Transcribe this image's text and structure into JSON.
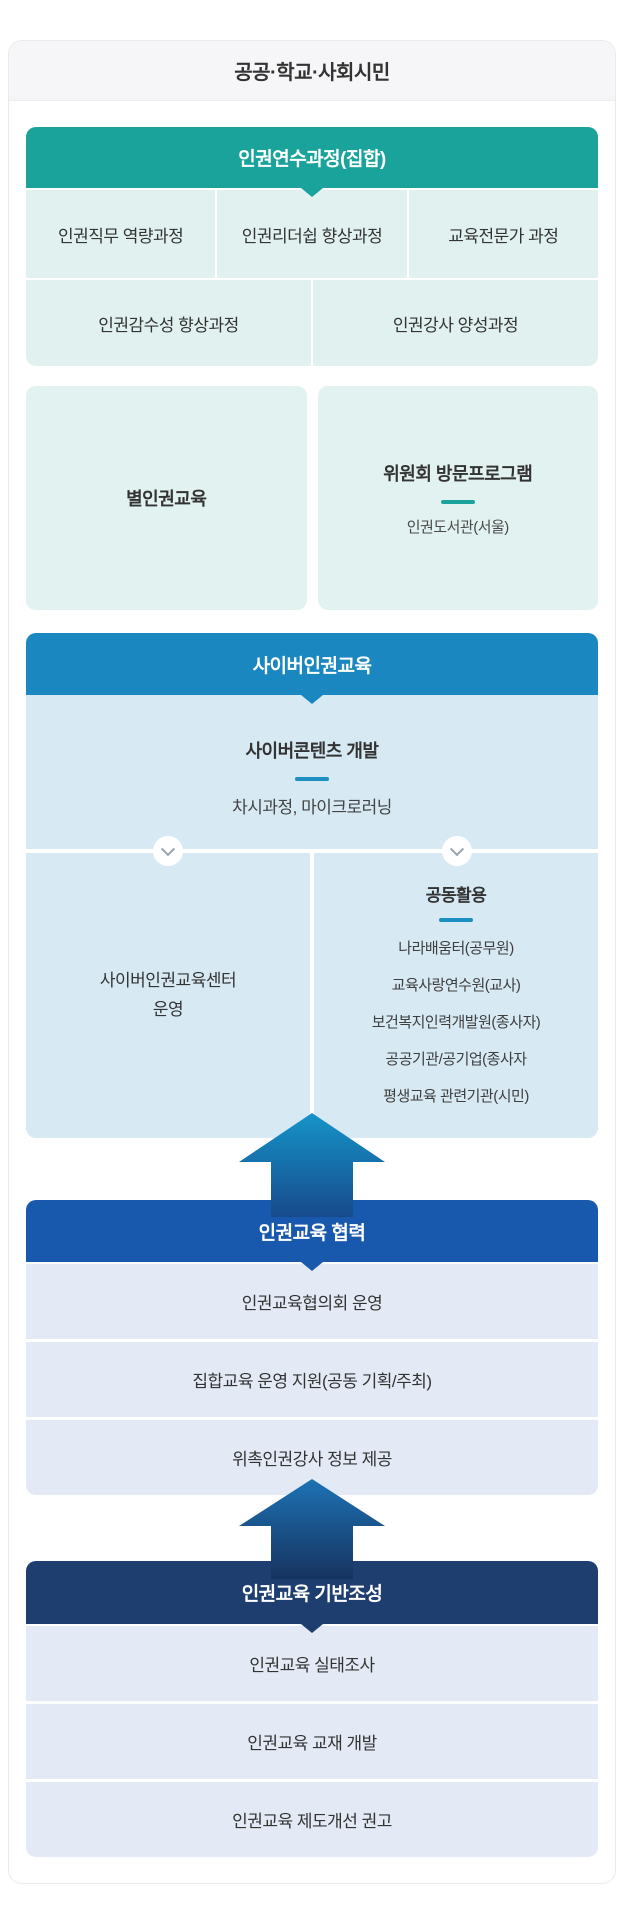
{
  "card": {
    "title": "공공·학교·사회시민"
  },
  "colors": {
    "teal": "#1aa39b",
    "cyber_blue": "#1b87c0",
    "cooperation_blue": "#1959ad",
    "foundation_navy": "#1d3e6f",
    "light_teal": "#e1f1f0",
    "light_blue": "#d7e9f3",
    "light_periwinkle": "#e3eaf5"
  },
  "icons": {
    "chevron_down": "chevron-down",
    "up_arrow": "arrow-up"
  },
  "sections": {
    "training": {
      "header": "인권연수과정(집합)",
      "row1": [
        "인권직무 역량과정",
        "인권리더쉽 향상과정",
        "교육전문가 과정"
      ],
      "row2": [
        "인권감수성 향상과정",
        "인권강사 양성과정"
      ]
    },
    "boxes": {
      "left": {
        "title": "별인권교육"
      },
      "right": {
        "title": "위원회 방문프로그램",
        "subtitle": "인권도서관(서울)"
      }
    },
    "cyber": {
      "header": "사이버인권교육",
      "dev_title": "사이버콘텐츠 개발",
      "dev_subtitle": "차시과정, 마이크로러닝",
      "center": {
        "line1": "사이버인권교육센터",
        "line2": "운영"
      },
      "shared": {
        "title": "공동활용",
        "items": [
          "나라배움터(공무원)",
          "교육사랑연수원(교사)",
          "보건복지인력개발원(종사자)",
          "공공기관/공기업(종사자",
          "평생교육 관련기관(시민)"
        ]
      }
    },
    "cooperation": {
      "header": "인권교육 협력",
      "rows": [
        "인권교육협의회 운영",
        "집합교육 운영 지원(공동 기획/주최)",
        "위촉인권강사 정보 제공"
      ]
    },
    "foundation": {
      "header": "인권교육 기반조성",
      "rows": [
        "인권교육 실태조사",
        "인권교육 교재 개발",
        "인권교육 제도개선 권고"
      ]
    }
  }
}
